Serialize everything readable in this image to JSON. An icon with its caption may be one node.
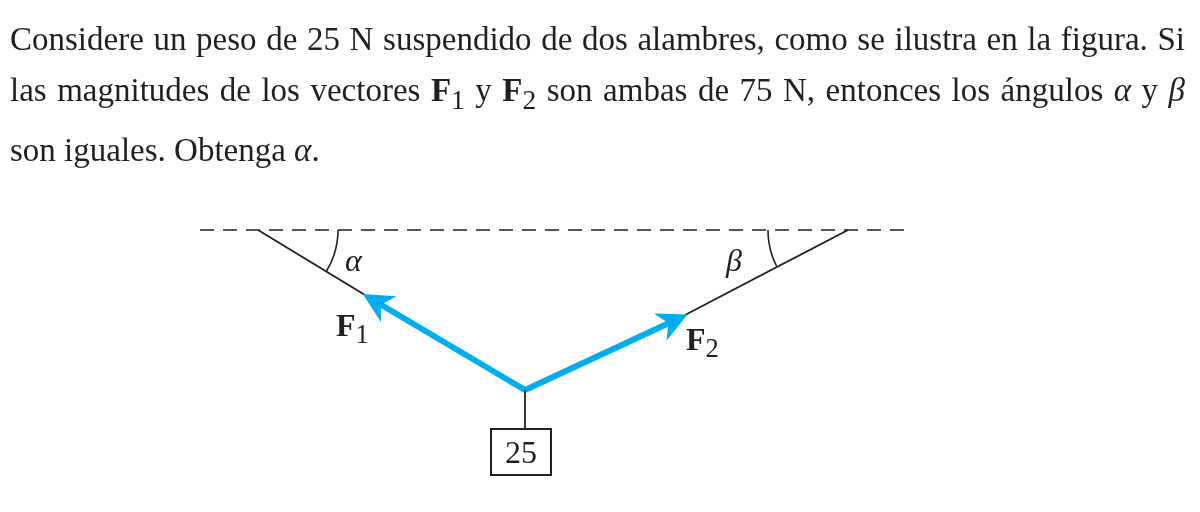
{
  "diagram": {
    "title": "Considere un peso de 25 N suspendido de dos alambres, como se ilustra en la figura. Si las magnitudes de los vectores **F**$_{1}$ y **F**$_{2}$ son ambas de 75 N, entonces los ángulos *α* y *β* son iguales. Obtenga *α*.",
    "nodes": [
      {
        "text": [
          "25"
        ]
      }
    ],
    "labels": [
      "*α*",
      "*β*",
      "**F**$_{1}$",
      "**F**$_{2}$"
    ]
  }
}
